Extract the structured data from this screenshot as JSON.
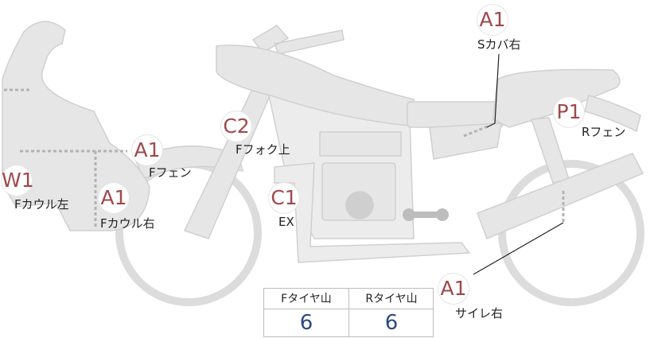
{
  "markers": [
    {
      "id": "s-cover-right",
      "code": "A1",
      "label": "Sカバ右"
    },
    {
      "id": "r-fender",
      "code": "P1",
      "label": "Rフェン"
    },
    {
      "id": "f-fork-upper",
      "code": "C2",
      "label": "Fフォク上"
    },
    {
      "id": "f-fender",
      "code": "A1",
      "label": "Fフェン"
    },
    {
      "id": "f-cowl-left",
      "code": "W1",
      "label": "Fカウル左"
    },
    {
      "id": "f-cowl-right",
      "code": "A1",
      "label": "Fカウル右"
    },
    {
      "id": "exhaust",
      "code": "C1",
      "label": "EX"
    },
    {
      "id": "silencer-right",
      "code": "A1",
      "label": "サイレ右"
    }
  ],
  "tread": {
    "front_label": "Fタイヤ山",
    "rear_label": "Rタイヤ山",
    "front_value": "6",
    "rear_value": "6"
  },
  "colors": {
    "part_fill": "#e6e6e6",
    "part_stroke": "#d2d2d2",
    "code_text": "#a0484c",
    "value_text": "#2c4a7a"
  }
}
